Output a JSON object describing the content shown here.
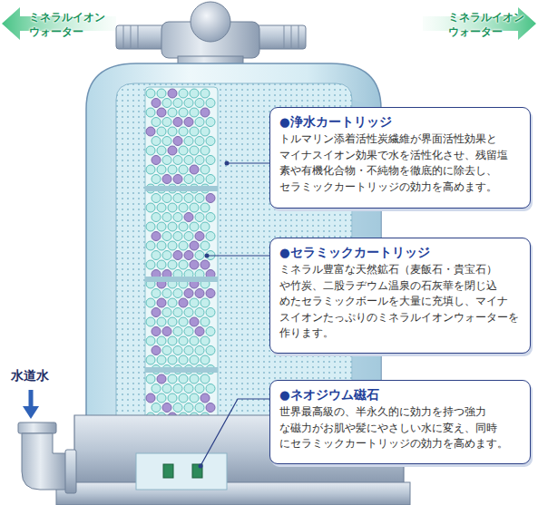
{
  "diagram": {
    "nodes": [
      {
        "text": [
          "●浄水カートリッジ",
          "トルマリン添着活性炭繊維が界面活性効果と マイナスイオン効果で水を活性化させ、残留塩 素や有機化合物・不純物を徹底的に除去し、 セラミックカートリッジの効力を高めます。"
        ]
      },
      {
        "text": [
          "●セラミックカートリッジ",
          "ミネラル豊富な天然鉱石（麦飯石・貴宝石） や竹炭、二股ラヂウム温泉の石灰華を閉じ込 めたセラミックボールを大量に充填し、マイナ スイオンたっぷりのミネラルイオンウォーターを 作ります。"
        ]
      },
      {
        "text": [
          "●ネオジウム磁石",
          "世界最高級の、半永久的に効力を持つ強力 な磁力がお肌や髪にやさしい水に変え、同時 にセラミックカートリッジの効力を高めます。"
        ]
      }
    ],
    "labels": [
      "ミネラルイオン ウォーター",
      "ミネラルイオン ウォーター",
      "水道水"
    ]
  }
}
